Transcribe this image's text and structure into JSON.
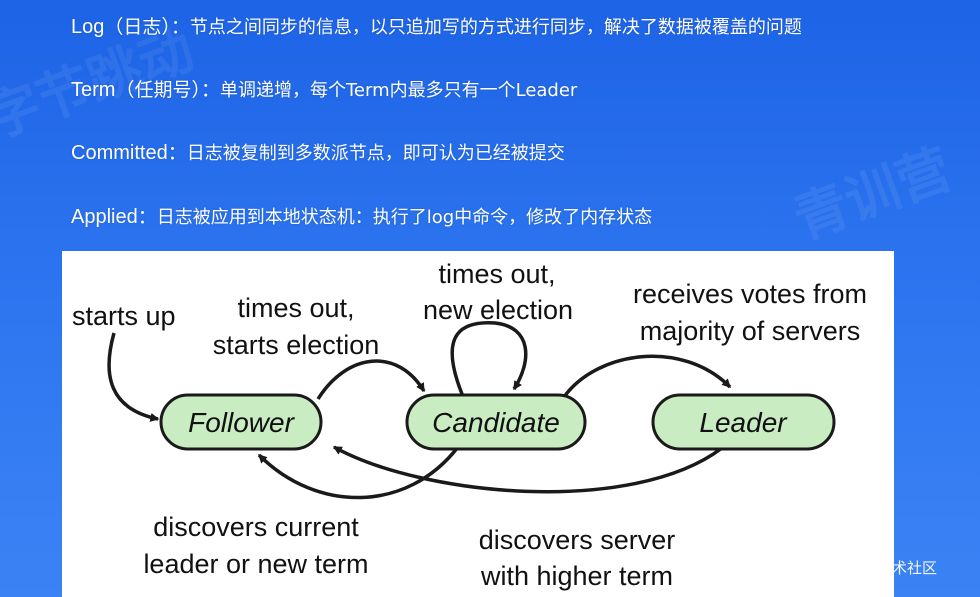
{
  "definitions": [
    {
      "term": "Log",
      "paren": "（日志）",
      "sep": "：",
      "desc": "节点之间同步的信息，以只追加写的方式进行同步，解决了数据被覆盖的问题"
    },
    {
      "term": "Term",
      "paren": "（任期号）",
      "sep": "：",
      "desc": "单调递增，每个Term内最多只有一个Leader"
    },
    {
      "term": "Committed",
      "paren": "",
      "sep": "：",
      "desc": "日志被复制到多数派节点，即可认为已经被提交"
    },
    {
      "term": "Applied",
      "paren": "",
      "sep": "：",
      "desc": "日志被应用到本地状态机：执行了log中命令，修改了内存状态"
    }
  ],
  "diagram": {
    "states": {
      "follower": "Follower",
      "candidate": "Candidate",
      "leader": "Leader"
    },
    "labels": {
      "starts_up": "starts up",
      "times_out_start_1": "times out,",
      "times_out_start_2": "starts election",
      "times_out_new_1": "times out,",
      "times_out_new_2": "new election",
      "receives_votes_1": "receives votes from",
      "receives_votes_2": "majority of servers",
      "discovers_current_1": "discovers current",
      "discovers_current_2": "leader or new term",
      "discovers_server_1": "discovers server",
      "discovers_server_2": "with higher term"
    },
    "colors": {
      "state_fill": "#c9ecc2",
      "stroke": "#1a1a1a"
    }
  },
  "credit": "@稀土掘金技术社区"
}
